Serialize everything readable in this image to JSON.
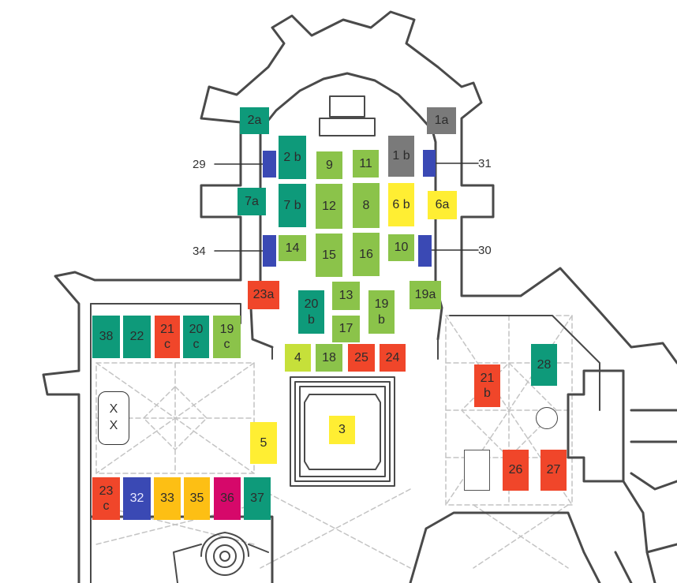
{
  "colors": {
    "teal": "#0e9a7a",
    "green": "#8bc34a",
    "lime": "#c6e03a",
    "yellow": "#ffee33",
    "gold": "#fdbf14",
    "red": "#f0462a",
    "gray": "#7a7a7a",
    "blue": "#3a49b4",
    "magenta": "#d6086a",
    "wall": "#4a4a4a",
    "floor": "#bdbdbd"
  },
  "markers": [
    {
      "id": "2a",
      "label": "2a",
      "color": "teal"
    },
    {
      "id": "1a",
      "label": "1a",
      "color": "gray"
    },
    {
      "id": "2b",
      "label": "2 b",
      "color": "teal"
    },
    {
      "id": "9",
      "label": "9",
      "color": "green"
    },
    {
      "id": "11",
      "label": "11",
      "color": "green"
    },
    {
      "id": "1b",
      "label": "1 b",
      "color": "gray"
    },
    {
      "id": "7a",
      "label": "7a",
      "color": "teal"
    },
    {
      "id": "7b",
      "label": "7 b",
      "color": "teal"
    },
    {
      "id": "12",
      "label": "12",
      "color": "green"
    },
    {
      "id": "8",
      "label": "8",
      "color": "green"
    },
    {
      "id": "6b",
      "label": "6 b",
      "color": "yellow"
    },
    {
      "id": "6a",
      "label": "6a",
      "color": "yellow"
    },
    {
      "id": "14",
      "label": "14",
      "color": "green"
    },
    {
      "id": "15",
      "label": "15",
      "color": "green"
    },
    {
      "id": "16",
      "label": "16",
      "color": "green"
    },
    {
      "id": "10",
      "label": "10",
      "color": "green"
    },
    {
      "id": "23a",
      "label": "23a",
      "color": "red"
    },
    {
      "id": "20b",
      "label": "20\nb",
      "color": "teal"
    },
    {
      "id": "13",
      "label": "13",
      "color": "green"
    },
    {
      "id": "19b",
      "label": "19\nb",
      "color": "green"
    },
    {
      "id": "19a",
      "label": "19a",
      "color": "green"
    },
    {
      "id": "17",
      "label": "17",
      "color": "green"
    },
    {
      "id": "38",
      "label": "38",
      "color": "teal"
    },
    {
      "id": "22",
      "label": "22",
      "color": "teal"
    },
    {
      "id": "21c",
      "label": "21\nc",
      "color": "red"
    },
    {
      "id": "20c",
      "label": "20\nc",
      "color": "teal"
    },
    {
      "id": "19c",
      "label": "19\nc",
      "color": "green"
    },
    {
      "id": "4",
      "label": "4",
      "color": "lime"
    },
    {
      "id": "18",
      "label": "18",
      "color": "green"
    },
    {
      "id": "25",
      "label": "25",
      "color": "red"
    },
    {
      "id": "24",
      "label": "24",
      "color": "red"
    },
    {
      "id": "21b",
      "label": "21\nb",
      "color": "red"
    },
    {
      "id": "28",
      "label": "28",
      "color": "teal"
    },
    {
      "id": "3",
      "label": "3",
      "color": "yellow"
    },
    {
      "id": "5",
      "label": "5",
      "color": "yellow"
    },
    {
      "id": "26",
      "label": "26",
      "color": "red"
    },
    {
      "id": "27",
      "label": "27",
      "color": "red"
    },
    {
      "id": "23c",
      "label": "23\nc",
      "color": "red"
    },
    {
      "id": "32",
      "label": "32",
      "color": "blue"
    },
    {
      "id": "33",
      "label": "33",
      "color": "gold"
    },
    {
      "id": "35",
      "label": "35",
      "color": "gold"
    },
    {
      "id": "36",
      "label": "36",
      "color": "magenta"
    },
    {
      "id": "37",
      "label": "37",
      "color": "teal"
    }
  ],
  "callouts": [
    {
      "id": "29",
      "label": "29",
      "color": "blue"
    },
    {
      "id": "31",
      "label": "31",
      "color": "blue"
    },
    {
      "id": "34",
      "label": "34",
      "color": "blue"
    },
    {
      "id": "30",
      "label": "30",
      "color": "blue"
    }
  ],
  "xx_label": "X\nX"
}
